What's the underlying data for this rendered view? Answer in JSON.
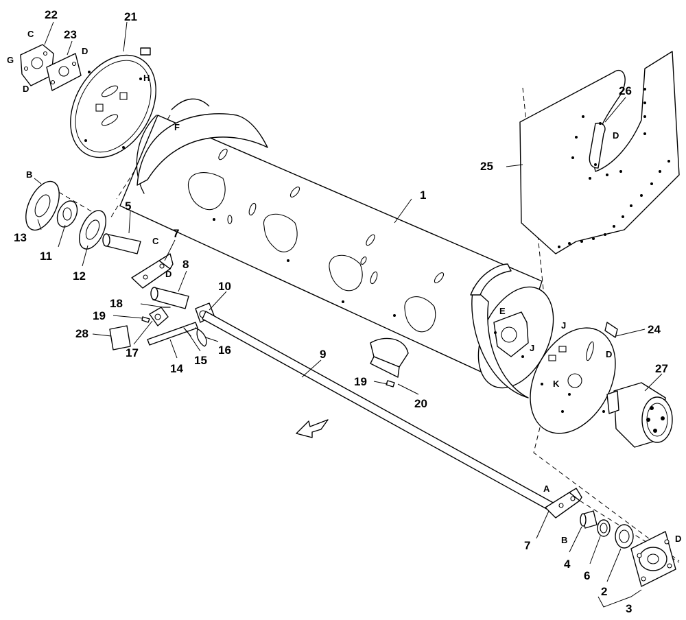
{
  "callouts": {
    "c1": "1",
    "c2": "2",
    "c3": "3",
    "c4": "4",
    "c5": "5",
    "c6": "6",
    "c7a": "7",
    "c7b": "7",
    "c8": "8",
    "c9": "9",
    "c10": "10",
    "c11": "11",
    "c12": "12",
    "c13": "13",
    "c14": "14",
    "c15": "15",
    "c16": "16",
    "c17": "17",
    "c18": "18",
    "c19a": "19",
    "c19b": "19",
    "c20": "20",
    "c21": "21",
    "c22": "22",
    "c23": "23",
    "c24": "24",
    "c25": "25",
    "c26": "26",
    "c27": "27",
    "c28": "28"
  },
  "references": {
    "a": "A",
    "b1": "B",
    "b2": "B",
    "c1": "C",
    "c2": "C",
    "d1": "D",
    "d2": "D",
    "d3": "D",
    "d4": "D",
    "d5": "D",
    "d6": "D",
    "e": "E",
    "f": "F",
    "g": "G",
    "h": "H",
    "j1": "J",
    "j2": "J",
    "k": "K"
  }
}
